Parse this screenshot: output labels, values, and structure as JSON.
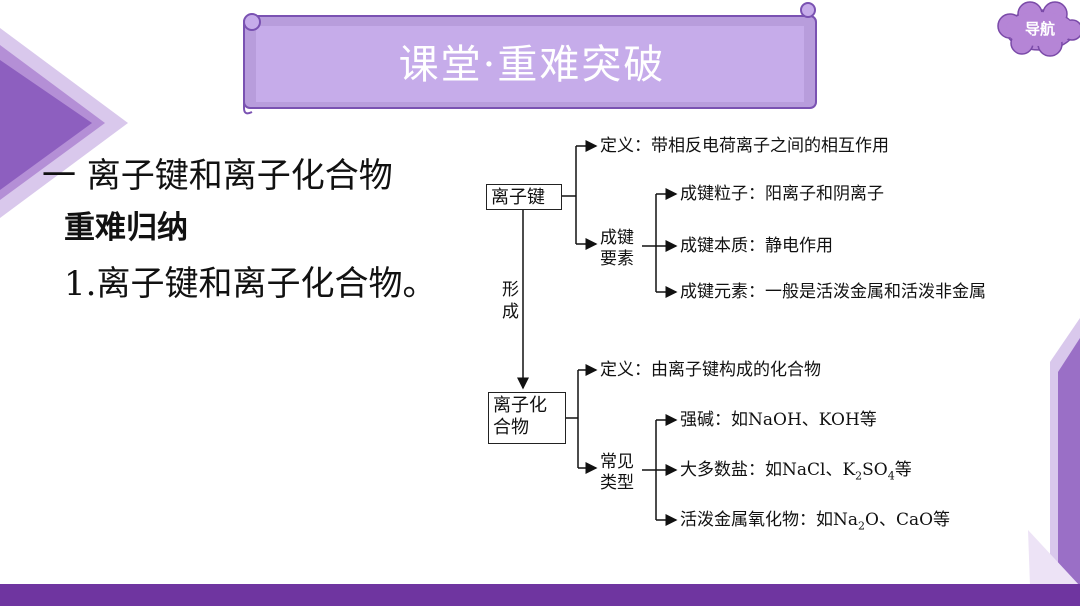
{
  "banner": {
    "title": "课堂·重难突破"
  },
  "nav": {
    "label": "导航"
  },
  "section": {
    "title": "一  离子键和离子化合物",
    "summary": "重难归纳",
    "point": "1.离子键和离子化合物。"
  },
  "diagram": {
    "ionic_bond": {
      "label": "离子键",
      "definition": "定义：带相反电荷离子之间的相互作用",
      "formation_label_1": "成键",
      "formation_label_2": "要素",
      "particles": "成键粒子：阳离子和阴离子",
      "essence": "成键本质：静电作用",
      "elements": "成键元素：一般是活泼金属和活泼非金属"
    },
    "form_label_1": "形",
    "form_label_2": "成",
    "ionic_compound": {
      "label_1": "离子化",
      "label_2": "合物",
      "definition": "定义：由离子键构成的化合物",
      "types_label_1": "常见",
      "types_label_2": "类型",
      "strong_base_prefix": "强碱：如NaOH、KOH等",
      "salt_prefix": "大多数盐：如NaCl、K",
      "salt_sub1": "2",
      "salt_mid": "SO",
      "salt_sub2": "4",
      "salt_suffix": "等",
      "oxide_prefix": "活泼金属氧化物：如Na",
      "oxide_sub": "2",
      "oxide_suffix": "O、CaO等"
    }
  }
}
